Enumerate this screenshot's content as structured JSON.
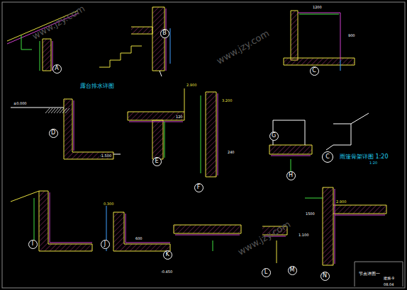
{
  "diagram": {
    "nodes": [
      {
        "text": [
          "A"
        ]
      },
      {
        "text": [
          "B"
        ]
      },
      {
        "text": [
          "C"
        ]
      },
      {
        "text": [
          "D"
        ]
      },
      {
        "text": [
          "E"
        ]
      },
      {
        "text": [
          "F"
        ]
      },
      {
        "text": [
          "G"
        ]
      },
      {
        "text": [
          "H"
        ]
      },
      {
        "text": [
          "C"
        ]
      },
      {
        "text": [
          "I"
        ]
      },
      {
        "text": [
          "J"
        ]
      },
      {
        "text": [
          "K"
        ]
      },
      {
        "text": [
          "L"
        ]
      },
      {
        "text": [
          "M"
        ]
      },
      {
        "text": [
          "N"
        ]
      }
    ],
    "labels": [
      "露台排水详图",
      "雨篷骨架详图 1:20",
      "节点详图一",
      "建施-9",
      "08.04",
      "1200",
      "900",
      "3.200",
      "2.900",
      "-1.500",
      "1500",
      "600",
      "±0.000",
      "-0.450",
      "1.100",
      "120",
      "240",
      "2.900",
      "0.300",
      "1:20",
      "www.jzy.com",
      "www.jzy.com",
      "www.jzy.com"
    ]
  }
}
